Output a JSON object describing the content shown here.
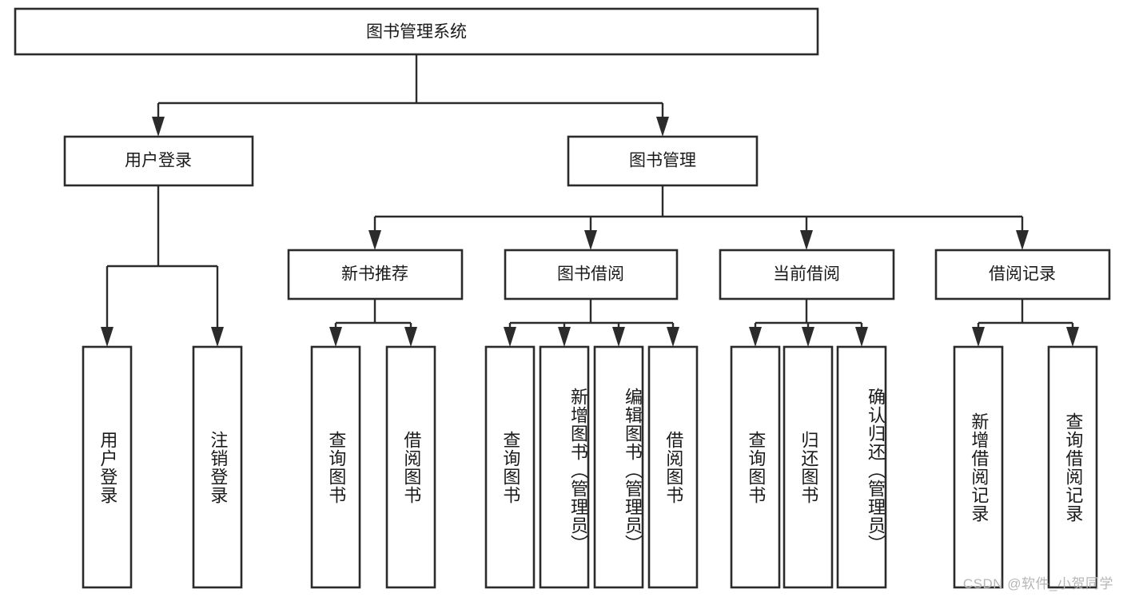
{
  "diagram": {
    "type": "tree-hierarchy-functional-decomposition",
    "title": "图书管理系统",
    "orientation": "top-down",
    "colors": {
      "box_stroke": "#2b2b2b",
      "box_fill": "#ffffff",
      "connector": "#2b2b2b",
      "text": "#1a1a1a",
      "watermark": "#b6b6b6",
      "background": "#ffffff"
    },
    "levels": [
      {
        "level": 1,
        "nodes": [
          {
            "id": "root",
            "label": "图书管理系统",
            "orientation": "horizontal"
          }
        ]
      },
      {
        "level": 2,
        "nodes": [
          {
            "id": "login",
            "label": "用户登录",
            "orientation": "horizontal",
            "parent": "root"
          },
          {
            "id": "bookmgmt",
            "label": "图书管理",
            "orientation": "horizontal",
            "parent": "root"
          }
        ]
      },
      {
        "level": 3,
        "nodes": [
          {
            "id": "newbook",
            "label": "新书推荐",
            "orientation": "horizontal",
            "parent": "bookmgmt"
          },
          {
            "id": "borrow",
            "label": "图书借阅",
            "orientation": "horizontal",
            "parent": "bookmgmt"
          },
          {
            "id": "current",
            "label": "当前借阅",
            "orientation": "horizontal",
            "parent": "bookmgmt"
          },
          {
            "id": "records",
            "label": "借阅记录",
            "orientation": "horizontal",
            "parent": "bookmgmt"
          }
        ]
      },
      {
        "level": 4,
        "nodes": [
          {
            "id": "leaf-1",
            "label": "用户登录",
            "orientation": "vertical",
            "parent": "login"
          },
          {
            "id": "leaf-2",
            "label": "注销登录",
            "orientation": "vertical",
            "parent": "login"
          },
          {
            "id": "leaf-3",
            "label": "查询图书",
            "orientation": "vertical",
            "parent": "newbook"
          },
          {
            "id": "leaf-4",
            "label": "借阅图书",
            "orientation": "vertical",
            "parent": "newbook"
          },
          {
            "id": "leaf-5",
            "label": "查询图书",
            "orientation": "vertical",
            "parent": "borrow"
          },
          {
            "id": "leaf-6",
            "label": "新增图书（管理员）",
            "orientation": "vertical",
            "parent": "borrow"
          },
          {
            "id": "leaf-7",
            "label": "编辑图书（管理员）",
            "orientation": "vertical",
            "parent": "borrow"
          },
          {
            "id": "leaf-8",
            "label": "借阅图书",
            "orientation": "vertical",
            "parent": "borrow"
          },
          {
            "id": "leaf-9",
            "label": "查询图书",
            "orientation": "vertical",
            "parent": "current"
          },
          {
            "id": "leaf-10",
            "label": "归还图书",
            "orientation": "vertical",
            "parent": "current"
          },
          {
            "id": "leaf-11",
            "label": "确认归还（管理员）",
            "orientation": "vertical",
            "parent": "current"
          },
          {
            "id": "leaf-12",
            "label": "新增借阅记录",
            "orientation": "vertical",
            "parent": "records"
          },
          {
            "id": "leaf-13",
            "label": "查询借阅记录",
            "orientation": "vertical",
            "parent": "records"
          }
        ]
      }
    ]
  },
  "watermark": {
    "text": "CSDN @软件_小贺同学"
  }
}
